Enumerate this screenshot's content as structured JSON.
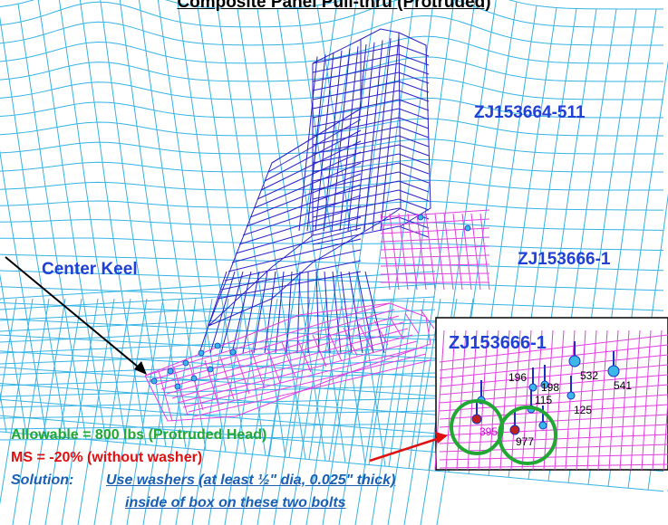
{
  "title": "Composite Panel Pull-thru (Protruded)",
  "labels": {
    "part_upper": "ZJ153664-511",
    "part_lower": "ZJ153666-1",
    "center_keel": "Center Keel",
    "inset_part": "ZJ153666-1"
  },
  "inset_values": [
    "196",
    "198",
    "115",
    "125",
    "532",
    "541",
    "395",
    "977"
  ],
  "notes": {
    "allowable": "Allowable = 800 lbs (Protruded Head)",
    "ms": "MS = -20% (without washer)",
    "solution_label": "Solution:",
    "solution_line1": "Use washers (at least ½\" dia, 0.025\" thick)",
    "solution_line2": "inside of box on these two bolts"
  },
  "colors": {
    "mesh_light": "#35b3e6",
    "mesh_dark": "#2a1fc9",
    "mesh_magenta": "#e23ee2",
    "label_blue": "#1f3fd6",
    "green": "#21a834",
    "red": "#e01010",
    "solution_blue": "#1a5fb4",
    "marker_blue": "#3bb8e8",
    "marker_red": "#c02020"
  }
}
